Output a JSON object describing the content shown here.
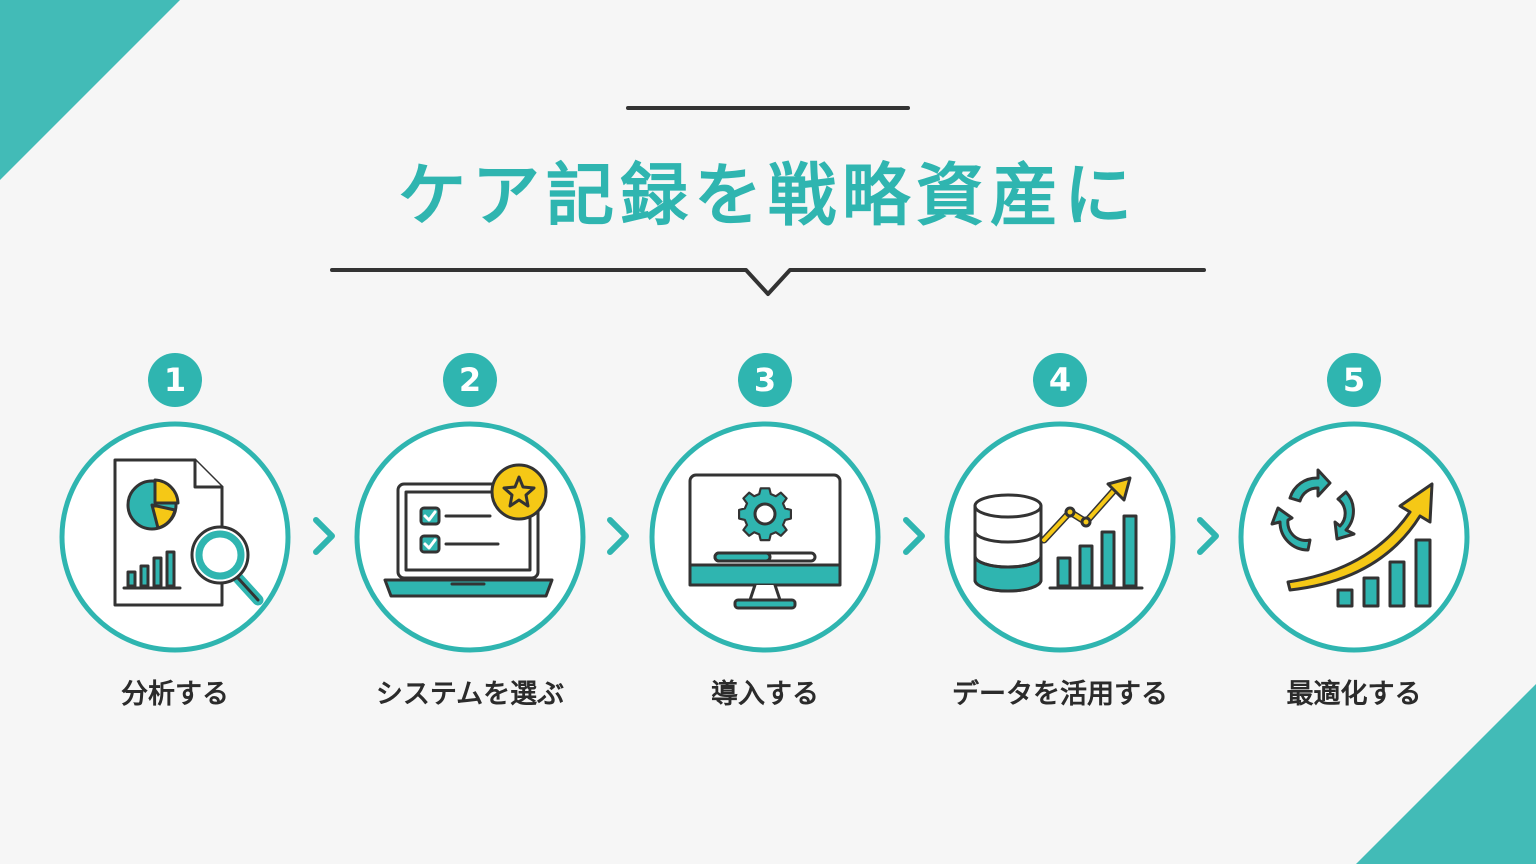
{
  "title": "ケア記録を戦略資産に",
  "colors": {
    "accent": "#2fb5b0",
    "accent_light": "#5bc4bf",
    "highlight": "#f5c816",
    "line": "#333333",
    "text": "#2b2b2b",
    "background": "#f6f6f6"
  },
  "steps": [
    {
      "number": "1",
      "label": "分析する",
      "icon": "document-analysis-icon"
    },
    {
      "number": "2",
      "label": "システムを選ぶ",
      "icon": "laptop-checklist-icon"
    },
    {
      "number": "3",
      "label": "導入する",
      "icon": "monitor-gear-icon"
    },
    {
      "number": "4",
      "label": "データを活用する",
      "icon": "database-growth-icon"
    },
    {
      "number": "5",
      "label": "最適化する",
      "icon": "optimize-growth-icon"
    }
  ]
}
